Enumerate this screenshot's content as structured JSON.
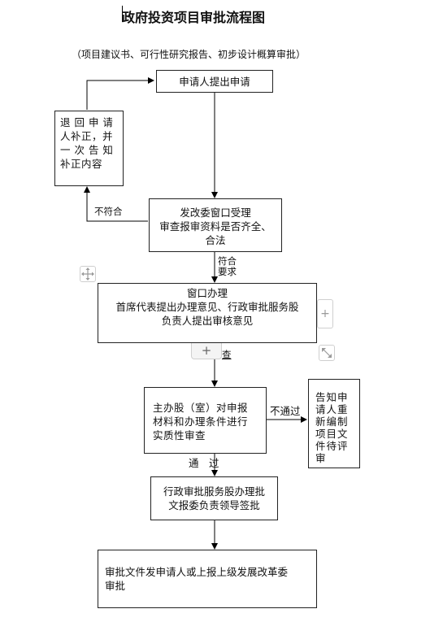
{
  "title": "政府投资项目审批流程图",
  "subtitle": "（项目建议书、可行性研究报告、初步设计概算审批）",
  "nodes": {
    "apply": "申请人提出申请",
    "return": [
      "退 回 申 请",
      "人补正，并",
      "一 次 告 知",
      "补正内容"
    ],
    "receive": [
      "发改委窗口受理",
      "审查报审资料是否齐全、",
      "合法"
    ],
    "window": [
      "窗口办理",
      "首席代表提出办理意见、行政审批服务股",
      "负责人提出审核意见"
    ],
    "review": [
      "主办股（室）对申报",
      "材料和办理条件进行",
      "实质性审查"
    ],
    "notify": [
      "告知申",
      "请人重",
      "新编制",
      "项目文",
      "件待评",
      "审"
    ],
    "sign": [
      "行政审批服务股办理批",
      "文报委负责领导签批"
    ],
    "issue": [
      "审批文件发申请人或上报上级发展改革委",
      "审批"
    ]
  },
  "labels": {
    "not_conform": "不符合",
    "conform": [
      "符合",
      "要求"
    ],
    "check_tail": "查",
    "fail": "不通过",
    "pass": "通　过"
  },
  "ui": {
    "move_icon": "move-icon",
    "plus_icon": "plus-icon",
    "resize_icon": "resize-icon"
  }
}
